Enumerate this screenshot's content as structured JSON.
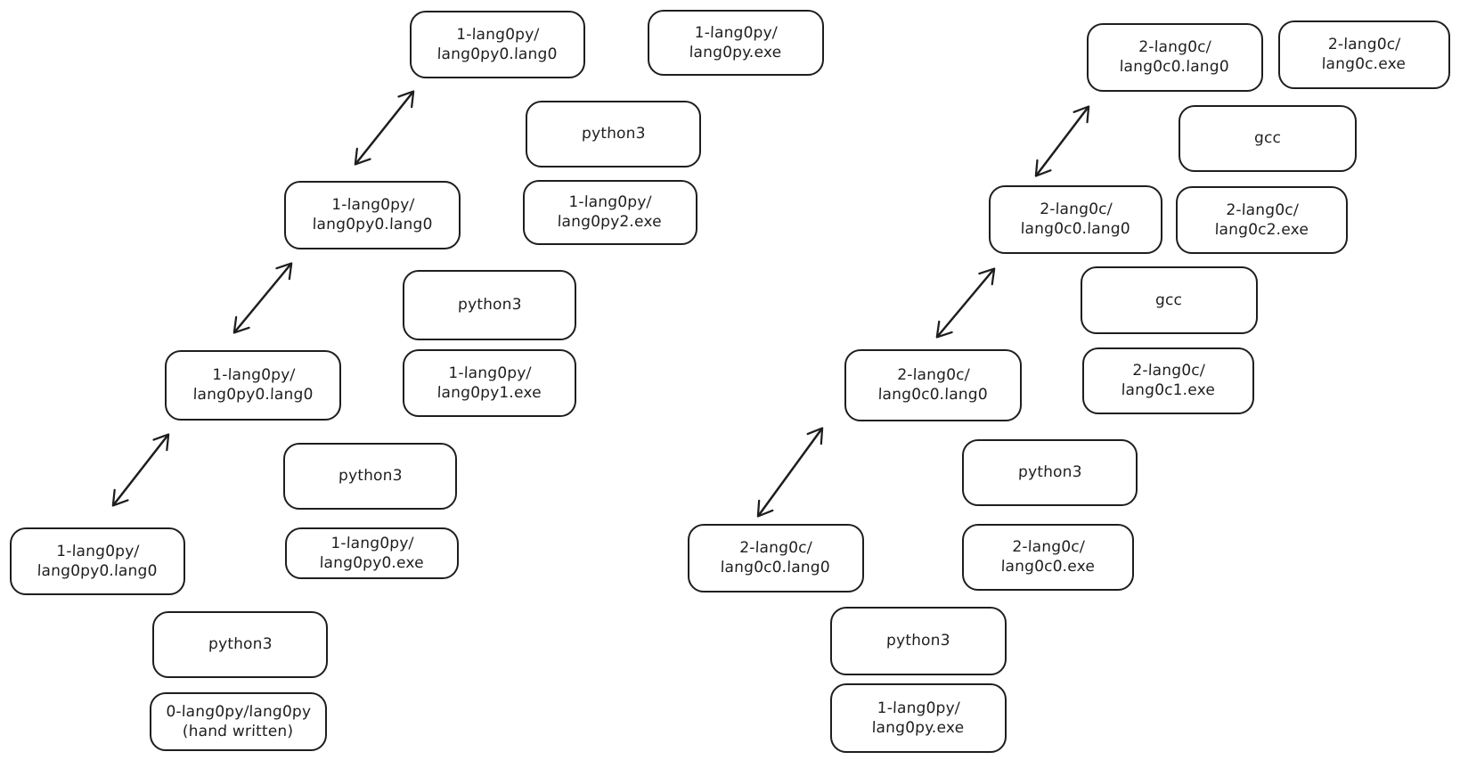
{
  "canvas": {
    "background_color": "#ffffff",
    "stroke_color": "#1e1e1e"
  },
  "nodes": [
    {
      "id": "py-src-3",
      "label": "1-lang0py/\nlang0py0.lang0"
    },
    {
      "id": "py-exe-final",
      "label": "1-lang0py/\nlang0py.exe"
    },
    {
      "id": "py-tool-3",
      "label": "python3"
    },
    {
      "id": "py-exe-2",
      "label": "1-lang0py/\nlang0py2.exe"
    },
    {
      "id": "py-src-2",
      "label": "1-lang0py/\nlang0py0.lang0"
    },
    {
      "id": "py-tool-2",
      "label": "python3"
    },
    {
      "id": "py-exe-1",
      "label": "1-lang0py/\nlang0py1.exe"
    },
    {
      "id": "py-src-1",
      "label": "1-lang0py/\nlang0py0.lang0"
    },
    {
      "id": "py-tool-1",
      "label": "python3"
    },
    {
      "id": "py-exe-0",
      "label": "1-lang0py/\nlang0py0.exe"
    },
    {
      "id": "py-src-0",
      "label": "1-lang0py/\nlang0py0.lang0"
    },
    {
      "id": "py-tool-0",
      "label": "python3"
    },
    {
      "id": "py-seed",
      "label": "0-lang0py/lang0py\n(hand written)"
    },
    {
      "id": "c-src-3",
      "label": "2-lang0c/\nlang0c0.lang0"
    },
    {
      "id": "c-exe-final",
      "label": "2-lang0c/\nlang0c.exe"
    },
    {
      "id": "c-tool-3",
      "label": "gcc"
    },
    {
      "id": "c-exe-2",
      "label": "2-lang0c/\nlang0c2.exe"
    },
    {
      "id": "c-src-2",
      "label": "2-lang0c/\nlang0c0.lang0"
    },
    {
      "id": "c-tool-2",
      "label": "gcc"
    },
    {
      "id": "c-exe-1",
      "label": "2-lang0c/\nlang0c1.exe"
    },
    {
      "id": "c-src-1",
      "label": "2-lang0c/\nlang0c0.lang0"
    },
    {
      "id": "c-tool-1",
      "label": "python3"
    },
    {
      "id": "c-exe-0",
      "label": "2-lang0c/\nlang0c0.exe"
    },
    {
      "id": "c-src-0",
      "label": "2-lang0c/\nlang0c0.lang0"
    },
    {
      "id": "c-tool-0",
      "label": "python3"
    },
    {
      "id": "c-bootstrap-exe",
      "label": "1-lang0py/\nlang0py.exe"
    }
  ],
  "edges": [
    {
      "from": "py-src-0",
      "to": "py-src-1",
      "type": "double-arrow"
    },
    {
      "from": "py-src-1",
      "to": "py-src-2",
      "type": "double-arrow"
    },
    {
      "from": "py-src-2",
      "to": "py-src-3",
      "type": "double-arrow"
    },
    {
      "from": "c-src-0",
      "to": "c-src-1",
      "type": "double-arrow"
    },
    {
      "from": "c-src-1",
      "to": "c-src-2",
      "type": "double-arrow"
    },
    {
      "from": "c-src-2",
      "to": "c-src-3",
      "type": "double-arrow"
    }
  ]
}
